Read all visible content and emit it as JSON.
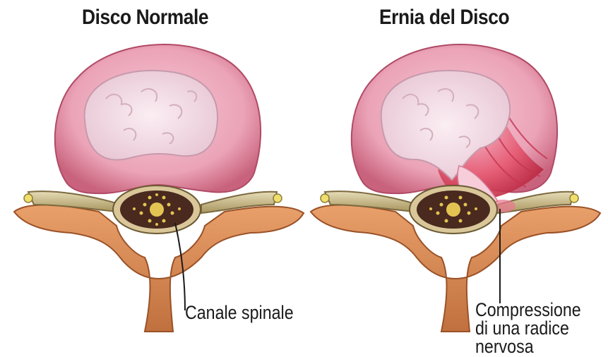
{
  "titles": {
    "left": "Disco Normale",
    "right": "Ernia del Disco"
  },
  "labels": {
    "spinal_canal": "Canale spinale",
    "compression_line1": "Compressione",
    "compression_line2": "di una radice",
    "compression_line3": "nervosa"
  },
  "colors": {
    "annulus": "#e9a0b4",
    "annulus_dark": "#c9637d",
    "nucleus": "#f2d9e3",
    "bone": "#d98a55",
    "bone_dark": "#a4592c",
    "nerve": "#c8b68a",
    "cord": "#4a2a1e",
    "herniation": "#e23a55"
  }
}
